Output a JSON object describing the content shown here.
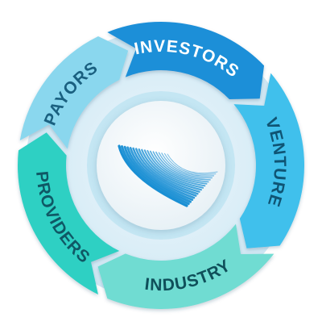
{
  "diagram": {
    "type": "circular-cycle",
    "segments": [
      {
        "id": "investors",
        "label": "INVESTORS",
        "fill": "#1f8fd8",
        "text_color": "#ffffff"
      },
      {
        "id": "venture",
        "label": "VENTURE",
        "fill": "#3fc0ec",
        "text_color": "#0f5474"
      },
      {
        "id": "industry",
        "label": "INDUSTRY",
        "fill": "#6fdcd2",
        "text_color": "#0f4f5a"
      },
      {
        "id": "providers",
        "label": "PROVIDERS",
        "fill": "#2ed0c3",
        "text_color": "#0f5865"
      },
      {
        "id": "payors",
        "label": "PAYORS",
        "fill": "#8ad7ee",
        "text_color": "#1a6080"
      }
    ],
    "center": {
      "logo": "feather-wing-logo",
      "logo_color": "#1a8fd4"
    },
    "colors": {
      "outer_ring": "#dceff7",
      "inner_ring": "#c4e6f3",
      "center_disc": "#f5f9fb"
    }
  }
}
